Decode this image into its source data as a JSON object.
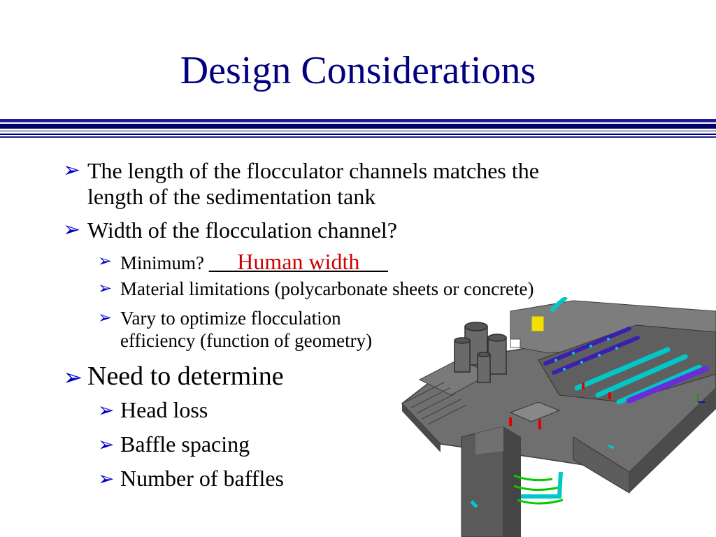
{
  "slide": {
    "title": "Design Considerations",
    "bullet_glyph": "➢",
    "bullets": [
      {
        "line1": "The length of the flocculator channels matches the",
        "line2": "length of the sedimentation tank"
      },
      {
        "text": "Width of the flocculation channel?"
      }
    ],
    "sub_bullets": {
      "minimum_label": "Minimum? ",
      "blank_before": "___",
      "minimum_answer": "Human width",
      "blank_after": "___",
      "material": "Material limitations (polycarbonate sheets or concrete)",
      "vary_line1": "Vary to optimize flocculation",
      "vary_line2": "efficiency (function of geometry)"
    },
    "need": {
      "heading": "Need to determine",
      "items": [
        "Head loss",
        "Baffle spacing",
        "Number of baffles"
      ]
    }
  },
  "figure": {
    "description_icon": "flocculator-3d-model",
    "colors": {
      "concrete": "#6f6f6f",
      "channel": "#00c8c8",
      "baffle": "#4b2bd1",
      "accent_red": "#e00000",
      "accent_yellow": "#f0e000",
      "pipe_green": "#00d000"
    }
  }
}
